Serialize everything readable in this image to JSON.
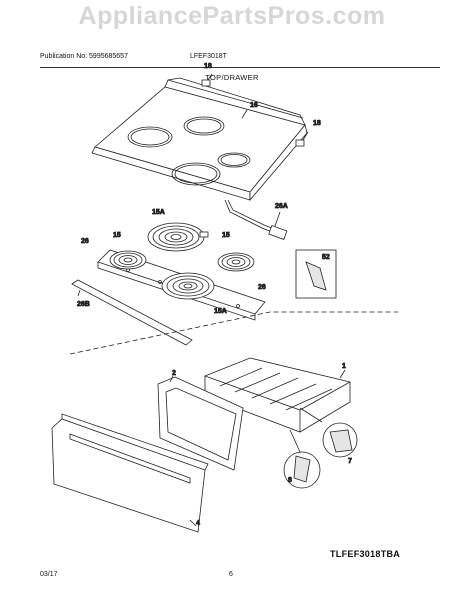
{
  "watermark": "AppliancePartsPros.com",
  "header": {
    "publication": "Publication No: 5995685657",
    "model": "LFEF3018T",
    "section": "TOP/DRAWER"
  },
  "callouts": {
    "c18a": "18",
    "c18b": "18",
    "c16": "16",
    "c26a": "26A",
    "c15a_top": "15A",
    "c26_left": "26",
    "c15_left": "15",
    "c15_right": "15",
    "c52": "52",
    "c26_right": "26",
    "c15a_bottom": "15A",
    "c26b": "26B",
    "c1": "1",
    "c2": "2",
    "c7": "7",
    "c8": "8",
    "c4": "4"
  },
  "diagram_code": "TLFEF3018TBA",
  "footer": {
    "date": "03/17",
    "page": "6"
  }
}
